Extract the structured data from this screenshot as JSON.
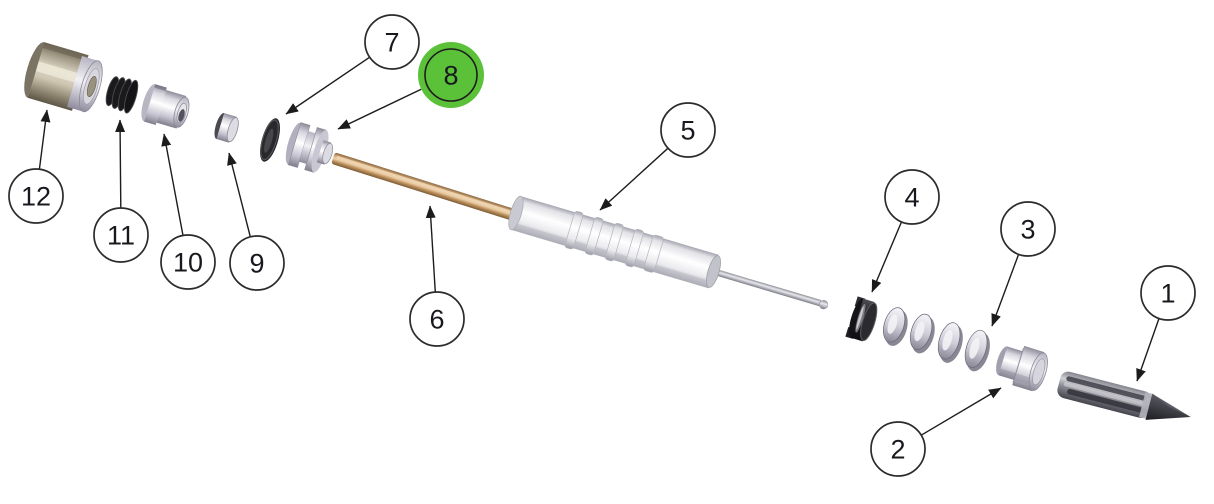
{
  "diagram": {
    "type": "exploded-parts-diagram",
    "background": "#ffffff",
    "highlight_color": "#5bc139",
    "callouts": [
      {
        "label": "1",
        "highlighted": false,
        "points_to": "pointed fluted tip"
      },
      {
        "label": "2",
        "highlighted": false,
        "points_to": "stepped collar cap"
      },
      {
        "label": "3",
        "highlighted": false,
        "points_to": "front washer of stack of four"
      },
      {
        "label": "4",
        "highlighted": false,
        "points_to": "dark knurled washer"
      },
      {
        "label": "5",
        "highlighted": false,
        "points_to": "ribbed white barrel"
      },
      {
        "label": "6",
        "highlighted": false,
        "points_to": "copper tube"
      },
      {
        "label": "7",
        "highlighted": false,
        "points_to": "black o-ring"
      },
      {
        "label": "8",
        "highlighted": true,
        "points_to": "double-ridge grooved bushing"
      },
      {
        "label": "9",
        "highlighted": false,
        "points_to": "small spacer sleeve"
      },
      {
        "label": "10",
        "highlighted": false,
        "points_to": "stepped silver bushing"
      },
      {
        "label": "11",
        "highlighted": false,
        "points_to": "black seal stack"
      },
      {
        "label": "12",
        "highlighted": false,
        "points_to": "large metal end cap"
      }
    ]
  }
}
